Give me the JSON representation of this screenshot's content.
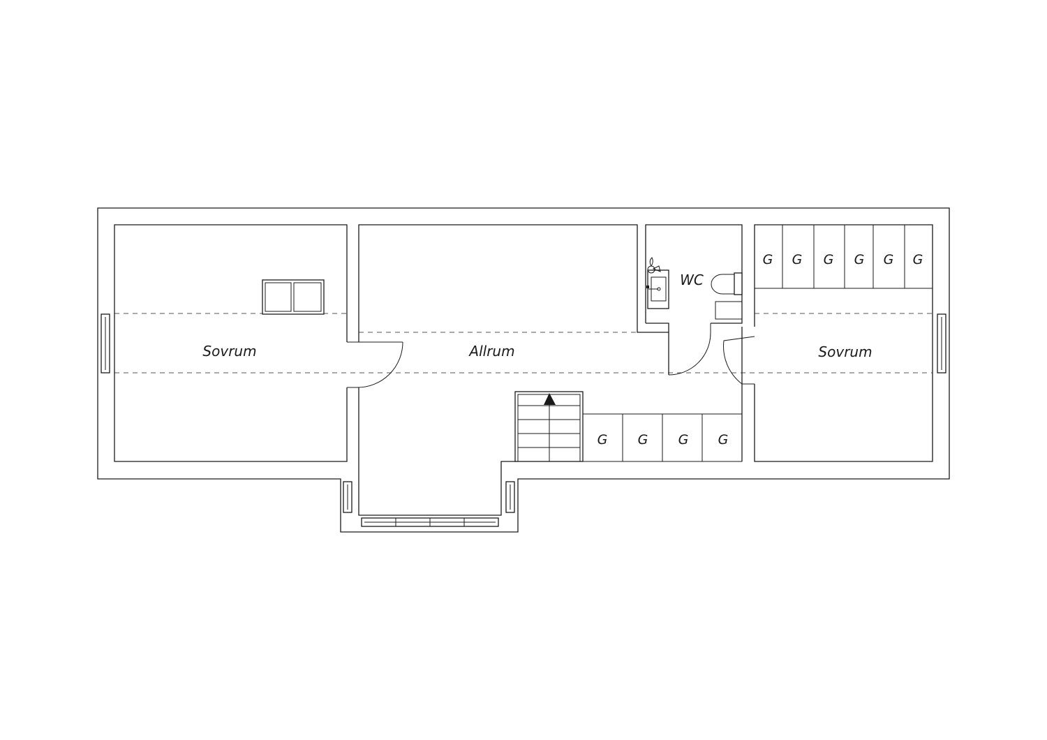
{
  "plan": {
    "rooms": {
      "sovrum_left": "Sovrum",
      "allrum": "Allrum",
      "wc": "WC",
      "sovrum_right": "Sovrum"
    },
    "storage_label": "G",
    "storage_top_count": 6,
    "storage_bottom_count": 4
  },
  "colors": {
    "line": "#1a1a1a",
    "dashed": "#555555",
    "background": "#ffffff"
  }
}
